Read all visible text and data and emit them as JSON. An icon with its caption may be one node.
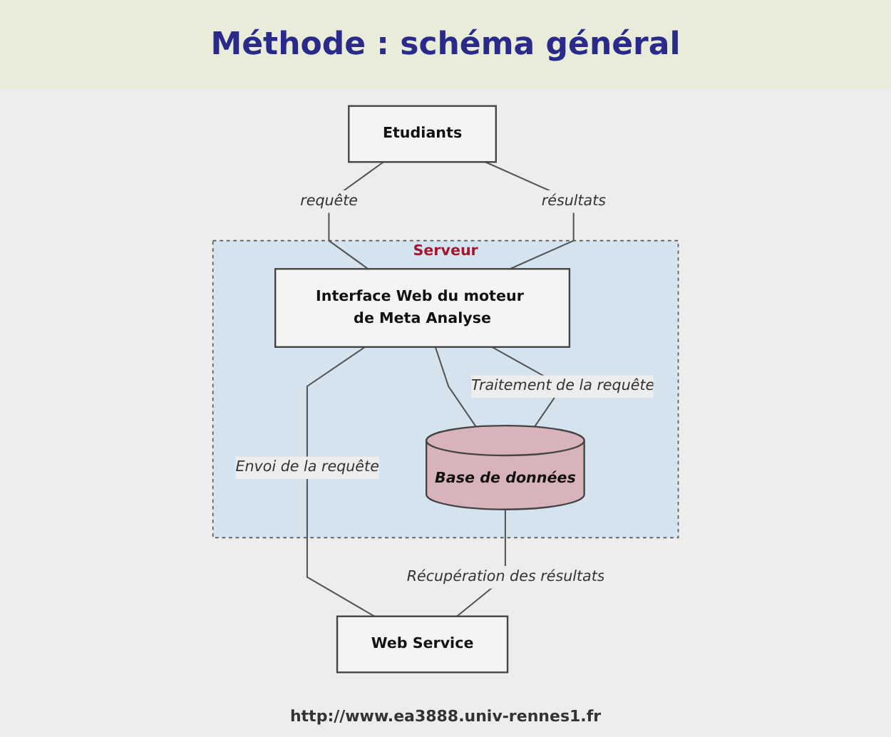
{
  "diagram": {
    "title": "Méthode : schéma général",
    "nodes": [
      {
        "text": [
          "Serveur"
        ]
      },
      {
        "text": [
          "Etudiants"
        ]
      },
      {
        "text": [
          "Interface Web du moteur de Meta Analyse"
        ],
        "in": 0
      },
      {
        "text": [
          "Base de données"
        ],
        "in": 0
      },
      {
        "text": [
          "Web Service"
        ]
      }
    ],
    "edges": [
      {
        "from": 1,
        "to": 2,
        "arrow": "none",
        "label": "requête"
      },
      {
        "from": 1,
        "to": 2,
        "arrow": "none",
        "label": "résultats"
      },
      {
        "from": 2,
        "to": 3,
        "arrow": "none"
      },
      {
        "from": 2,
        "to": 3,
        "arrow": "none",
        "label": "Traitement de la requête"
      },
      {
        "from": 2,
        "to": 4,
        "arrow": "none",
        "label": "Envoi de la requête"
      },
      {
        "from": 3,
        "to": 4,
        "arrow": "none",
        "label": "Récupération des résultats"
      }
    ],
    "labels": [
      "http://www.ea3888.univ-rennes1.fr"
    ]
  }
}
